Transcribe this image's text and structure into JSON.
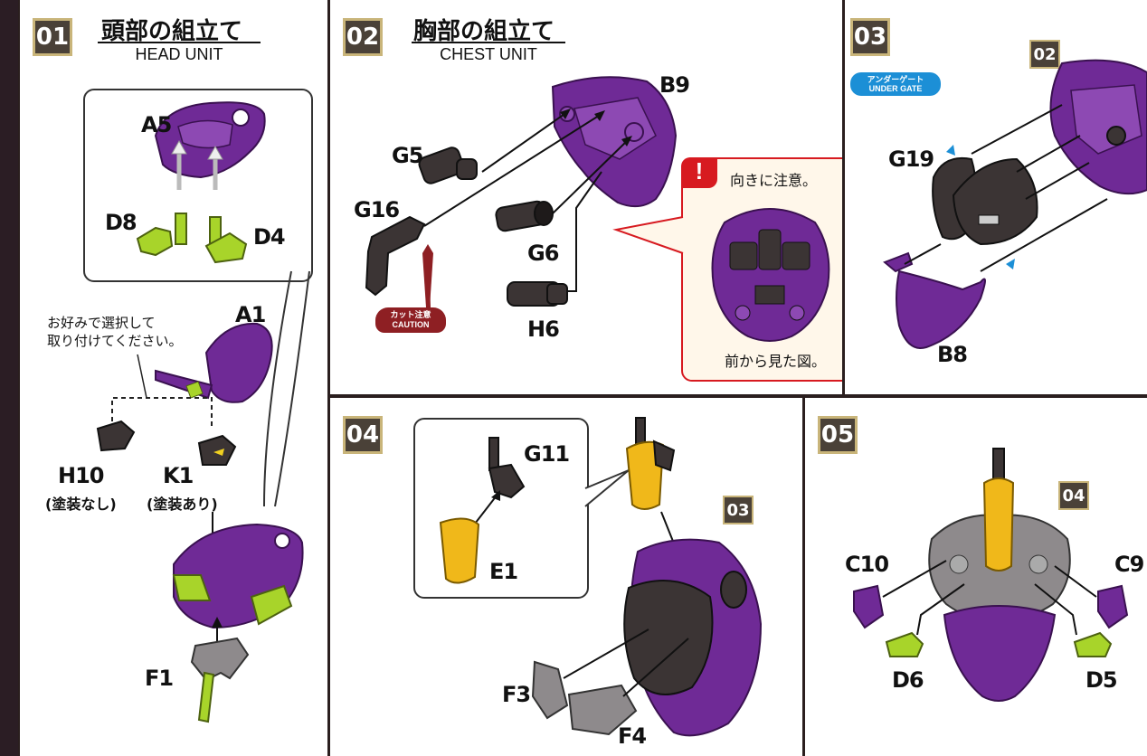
{
  "colors": {
    "purple": "#6f2a96",
    "dark_purple": "#4a1766",
    "lime": "#a8d42a",
    "yellow": "#f0b81a",
    "gunmetal": "#3b3434",
    "gray": "#8e8a8c",
    "warning_red": "#d71a20",
    "step_badge": "#4a4138",
    "gate_blue": "#1c8fd6",
    "cut_red": "#8e1f23"
  },
  "step1": {
    "number": "01",
    "title_jp": "頭部の組立て",
    "title_en": "HEAD UNIT",
    "parts": {
      "a5": "A5",
      "d8": "D8",
      "d4": "D4",
      "a1": "A1",
      "h10": "H10",
      "k1": "K1",
      "f1": "F1"
    },
    "note": [
      "お好みで選択して",
      "取り付けてください。"
    ],
    "h10_note": "(塗装なし)",
    "k1_note": "(塗装あり)"
  },
  "step2": {
    "number": "02",
    "title_jp": "胸部の組立て",
    "title_en": "CHEST UNIT",
    "parts": {
      "b9": "B9",
      "g5": "G5",
      "g16": "G16",
      "g6": "G6",
      "h6": "H6"
    },
    "caution": {
      "jp": "カット注意",
      "en": "CAUTION"
    },
    "warning": {
      "icon": "!",
      "title": "向きに注意。",
      "caption": "前から見た図。"
    }
  },
  "step3": {
    "number": "03",
    "ref": "02",
    "gate": {
      "jp": "アンダーゲート",
      "en": "UNDER GATE"
    },
    "parts": {
      "g19": "G19",
      "b8": "B8"
    }
  },
  "step4": {
    "number": "04",
    "ref": "03",
    "parts": {
      "g11": "G11",
      "e1": "E1",
      "f3": "F3",
      "f4": "F4"
    }
  },
  "step5": {
    "number": "05",
    "ref": "04",
    "parts": {
      "c10": "C10",
      "c9": "C9",
      "d6": "D6",
      "d5": "D5"
    }
  }
}
